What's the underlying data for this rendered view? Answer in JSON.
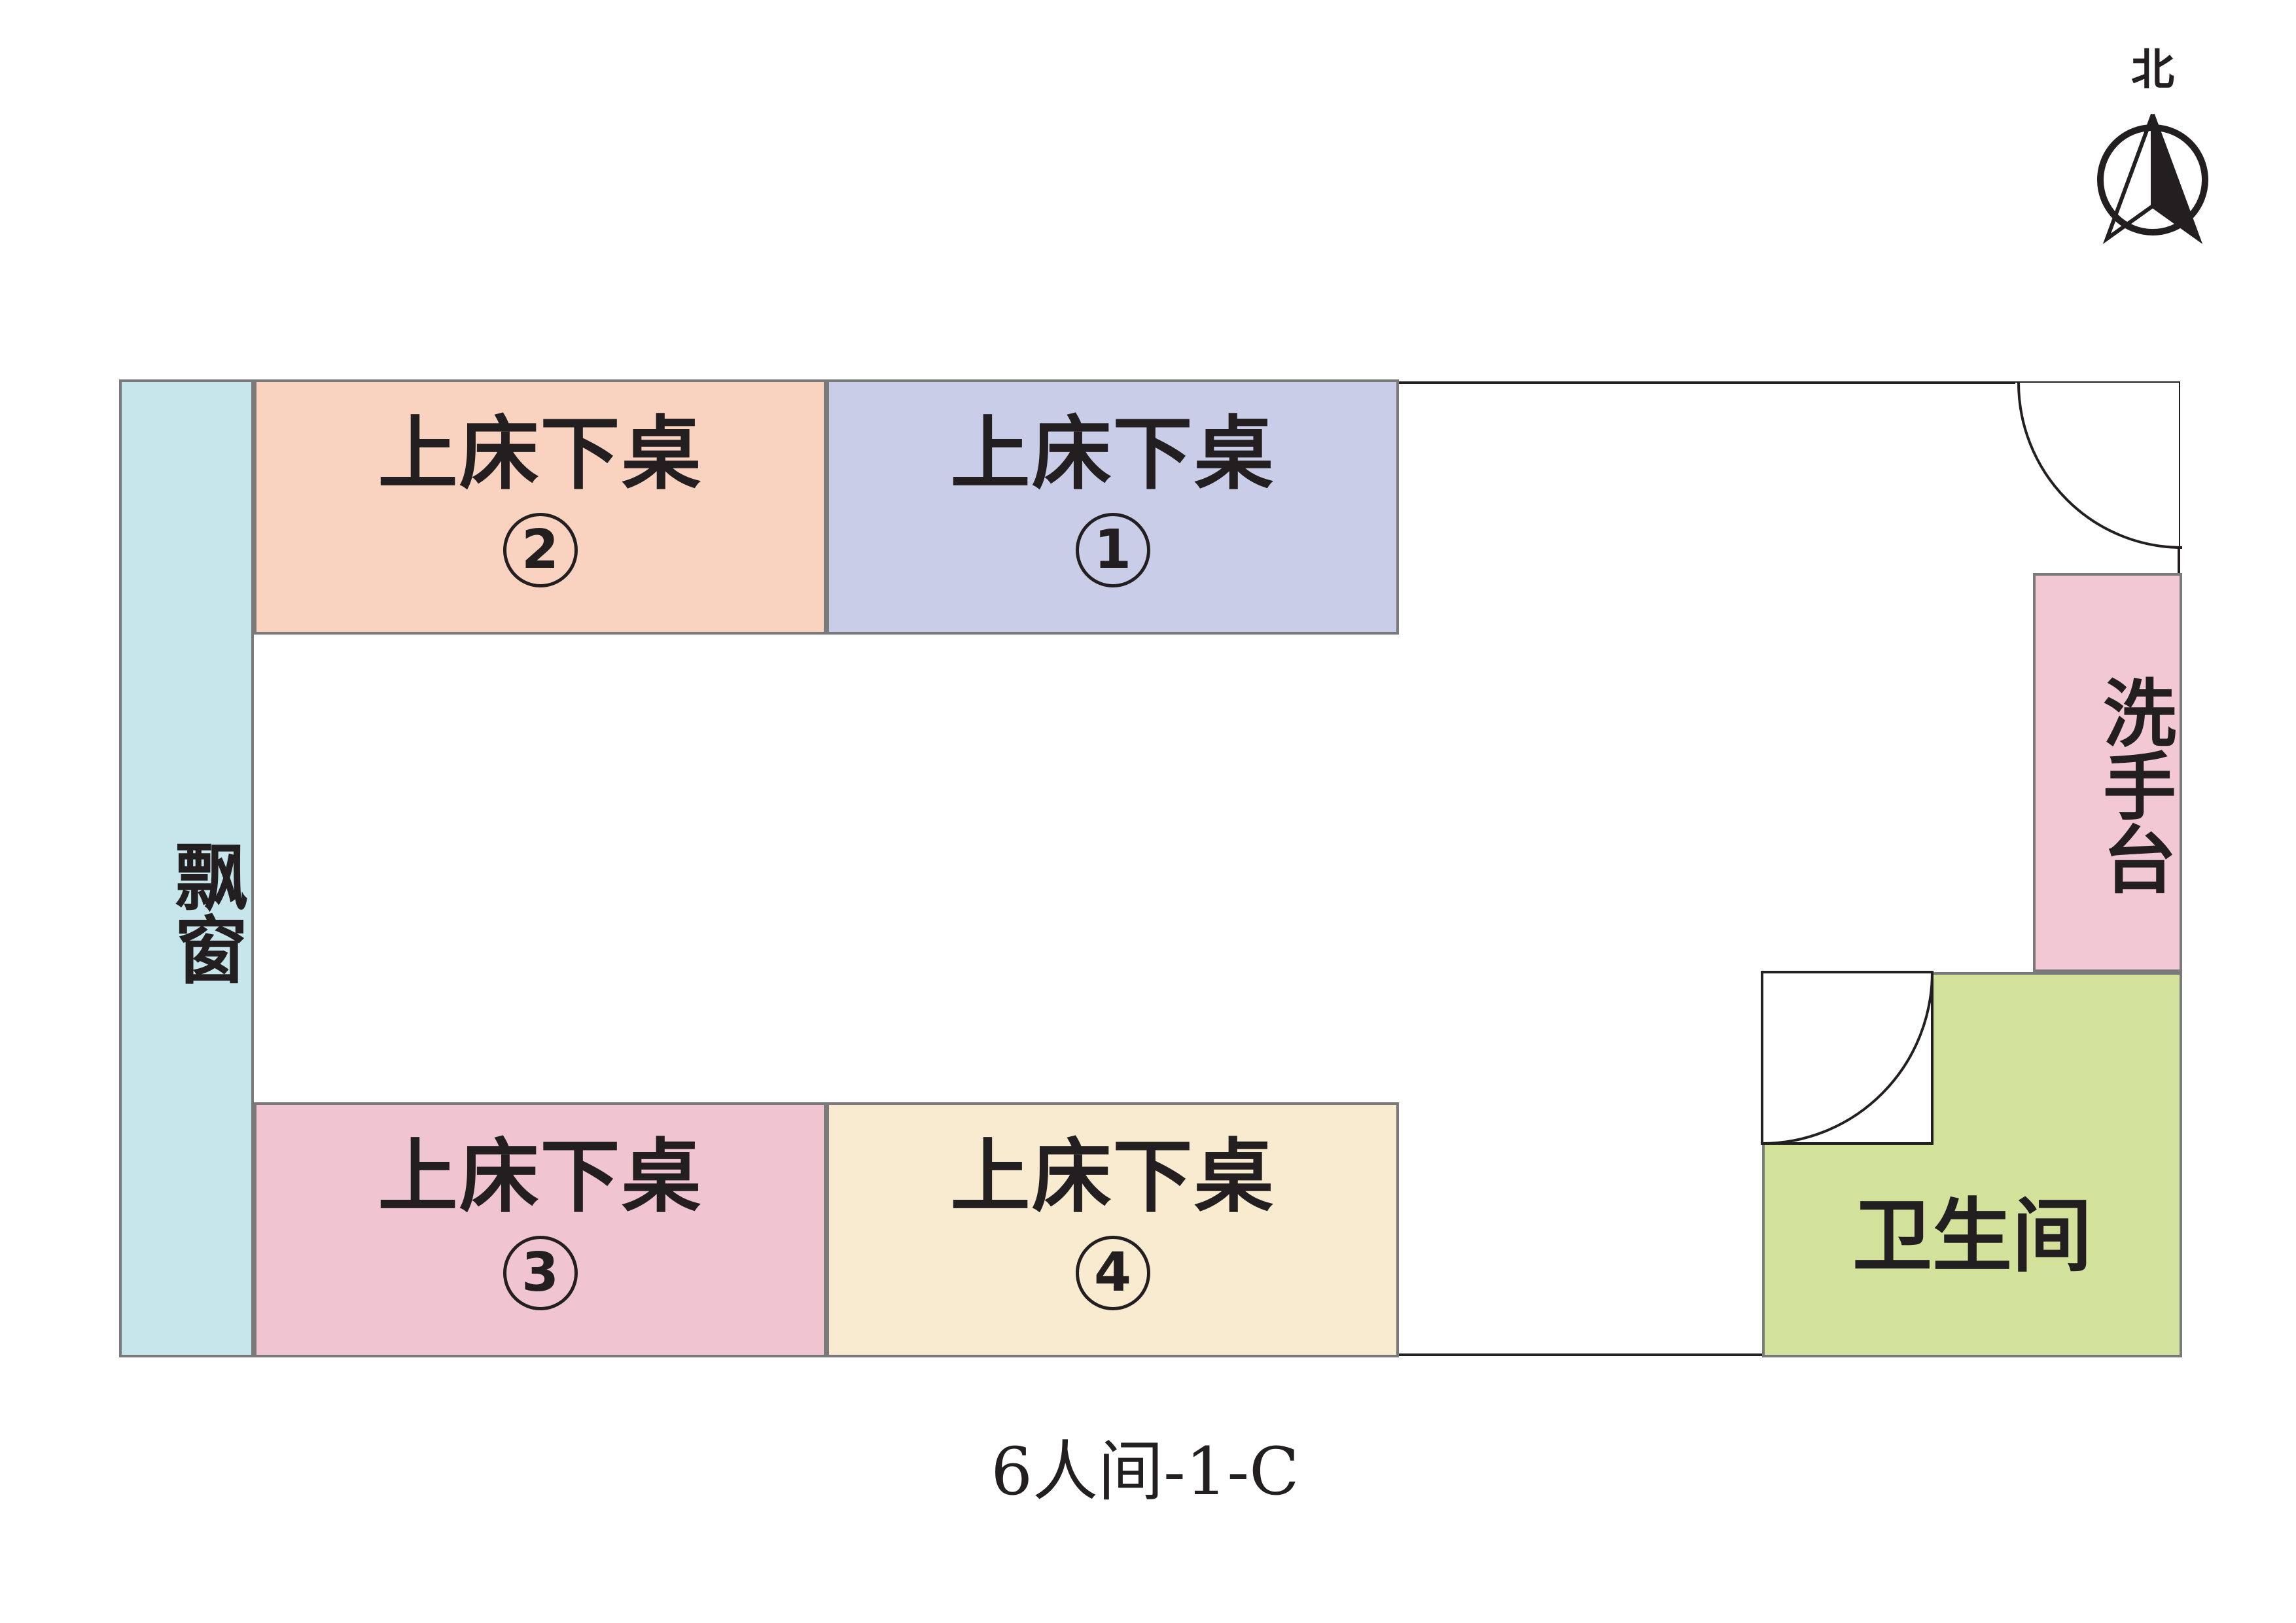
{
  "compass": {
    "label": "北",
    "icon": "north-arrow-icon"
  },
  "rooms": {
    "bay_window": {
      "label": "飘窗",
      "color": "#c6e6ec"
    },
    "bunk_2": {
      "label": "上床下桌",
      "number": "2",
      "color": "#f9d3c0"
    },
    "bunk_1": {
      "label": "上床下桌",
      "number": "1",
      "color": "#c9cde8"
    },
    "bunk_3": {
      "label": "上床下桌",
      "number": "3",
      "color": "#f1c4d2"
    },
    "bunk_4": {
      "label": "上床下桌",
      "number": "4",
      "color": "#f9ebcf"
    },
    "wash_basin": {
      "label": "洗手台",
      "color": "#f1c8d3"
    },
    "bathroom": {
      "label": "卫生间",
      "color": "#d3e29a"
    }
  },
  "doors": {
    "entrance_icon": "door-swing-icon",
    "bathroom_icon": "door-swing-icon"
  },
  "caption": "6人间-1-C"
}
